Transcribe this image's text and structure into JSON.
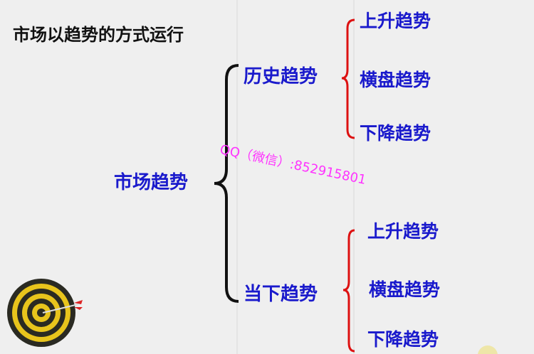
{
  "title": "市场以趋势的方式运行",
  "root": "市场趋势",
  "branches": [
    {
      "label": "历史趋势",
      "children": [
        "上升趋势",
        "横盘趋势",
        "下降趋势"
      ]
    },
    {
      "label": "当下趋势",
      "children": [
        "上升趋势",
        "横盘趋势",
        "下降趋势"
      ]
    }
  ],
  "watermark": "QQ（微信）:852915801",
  "colors": {
    "node": "#1a1acc",
    "brace_main": "#111111",
    "brace_sub": "#dd1111",
    "watermark": "#ff33ff"
  }
}
